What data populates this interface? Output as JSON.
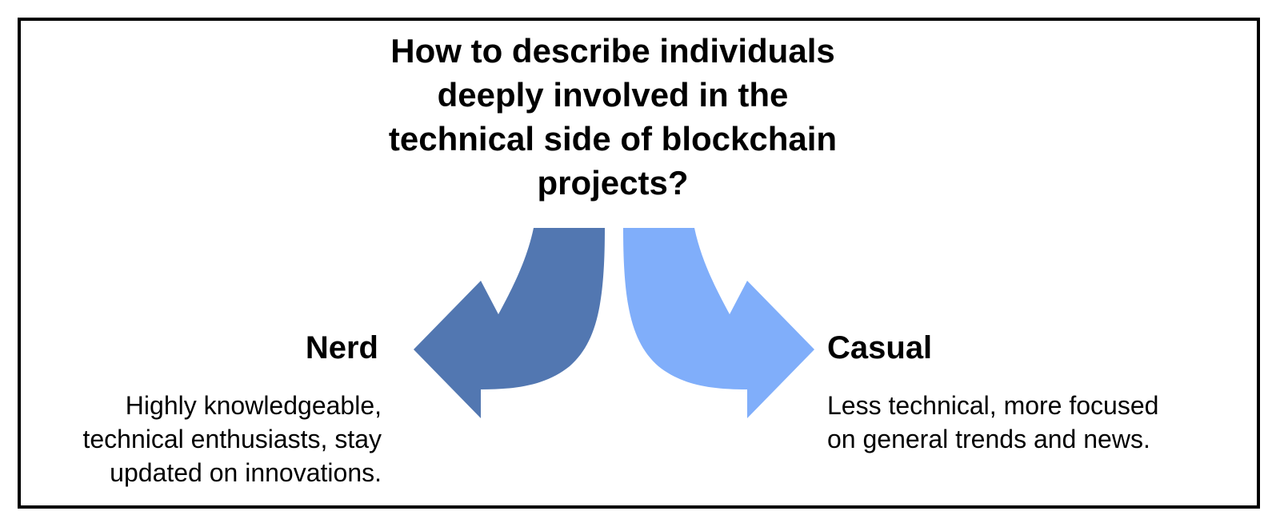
{
  "frame": {
    "background": "#ffffff",
    "border_color": "#000000"
  },
  "title": {
    "lines": [
      "How to describe individuals",
      "deeply involved in the",
      "technical side of blockchain",
      "projects?"
    ]
  },
  "branches": {
    "nerd": {
      "label": "Nerd",
      "description_lines": [
        "Highly knowledgeable,",
        "technical enthusiasts, stay",
        "updated on innovations."
      ],
      "arrow_color": "#5277B1",
      "arrow_direction": "down-left"
    },
    "casual": {
      "label": "Casual",
      "description_lines": [
        "Less technical, more focused",
        "on general trends and news."
      ],
      "arrow_color": "#80AEFA",
      "arrow_direction": "down-right"
    }
  }
}
